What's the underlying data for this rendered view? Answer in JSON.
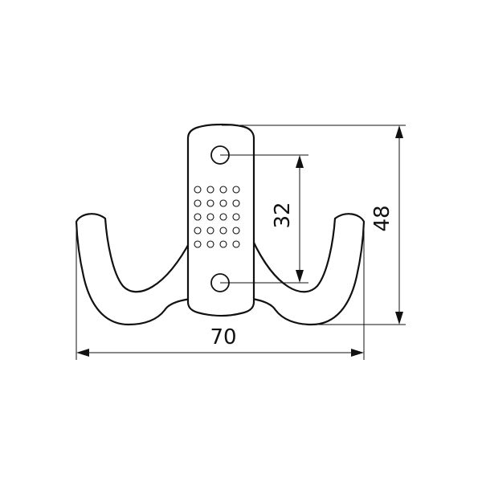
{
  "drawing": {
    "dimensions": {
      "width_label": "70",
      "height_label": "48",
      "hole_spacing_label": "32"
    },
    "colors": {
      "line": "#111111",
      "background": "#ffffff"
    }
  }
}
